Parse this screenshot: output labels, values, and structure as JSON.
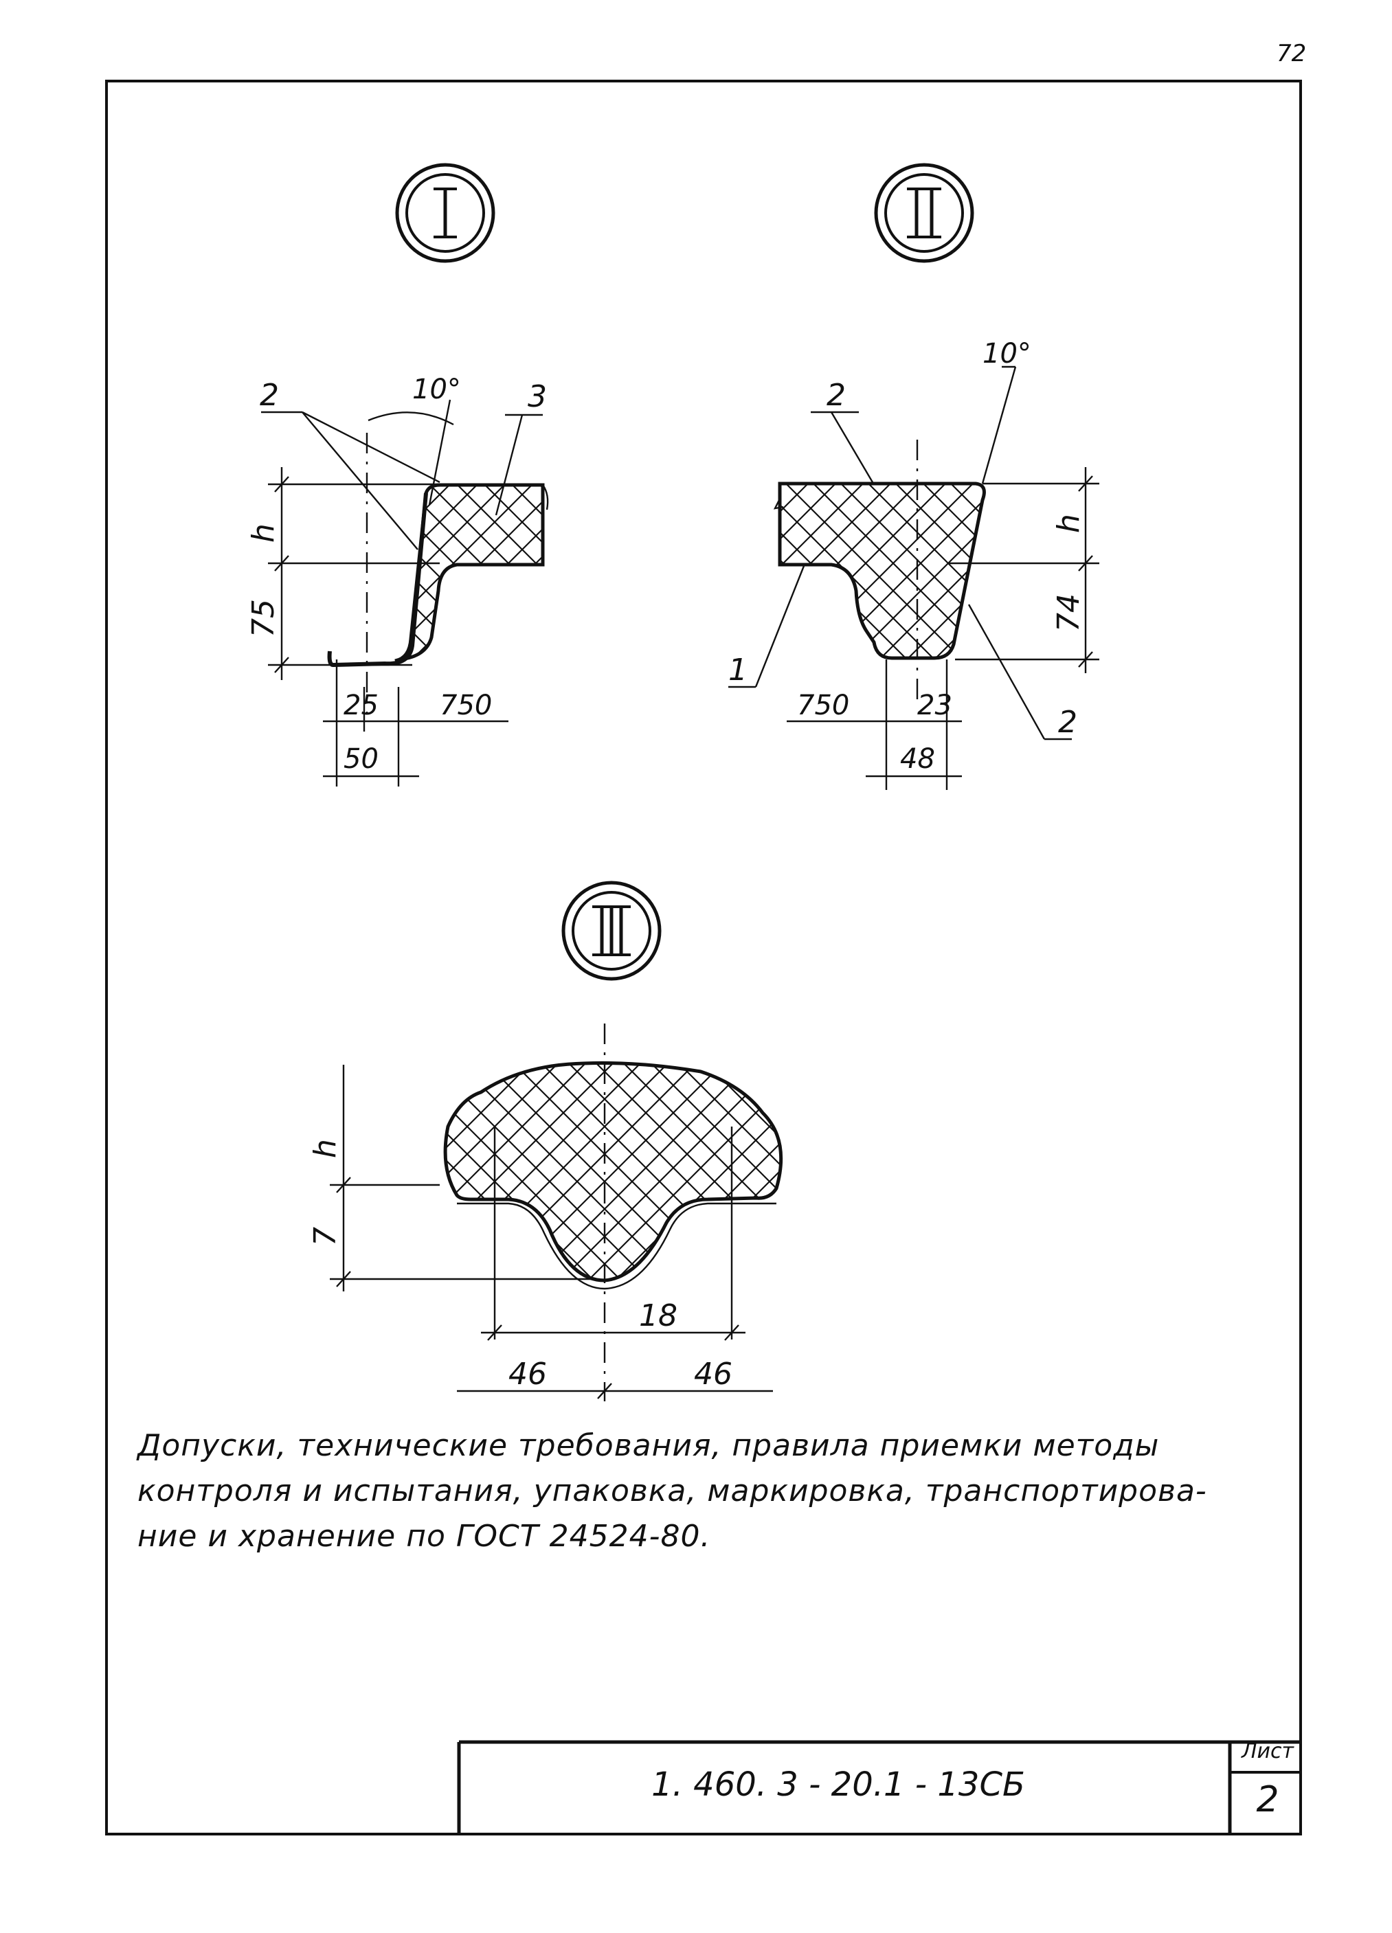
{
  "corner_mark": "72",
  "sections": [
    {
      "roman": "I"
    },
    {
      "roman": "II"
    },
    {
      "roman": "III"
    }
  ],
  "detail_1": {
    "angle": "10°",
    "callouts": [
      "2",
      "3"
    ],
    "dims": {
      "h": "h",
      "height": "75",
      "base_a": "25",
      "base_b": "50",
      "length": "750"
    }
  },
  "detail_2": {
    "angle": "10°",
    "callouts": [
      "2",
      "1",
      "2"
    ],
    "dims": {
      "h": "h",
      "height": "74",
      "length": "750",
      "base_a": "23",
      "base_b": "48"
    }
  },
  "detail_3": {
    "dims": {
      "h": "h",
      "height": "7",
      "mid": "18",
      "left": "46",
      "right": "46"
    }
  },
  "note": {
    "lines": [
      "Допуски, технические требования, правила приемки методы",
      "контроля и испытания, упаковка, маркировка, транспортирова-",
      "ние и хранение по ГОСТ 24524-80."
    ]
  },
  "title_block": {
    "doc_code": "1. 460. 3 - 20.1 - 13СБ",
    "sheet_label": "Лист",
    "sheet_number": "2"
  }
}
